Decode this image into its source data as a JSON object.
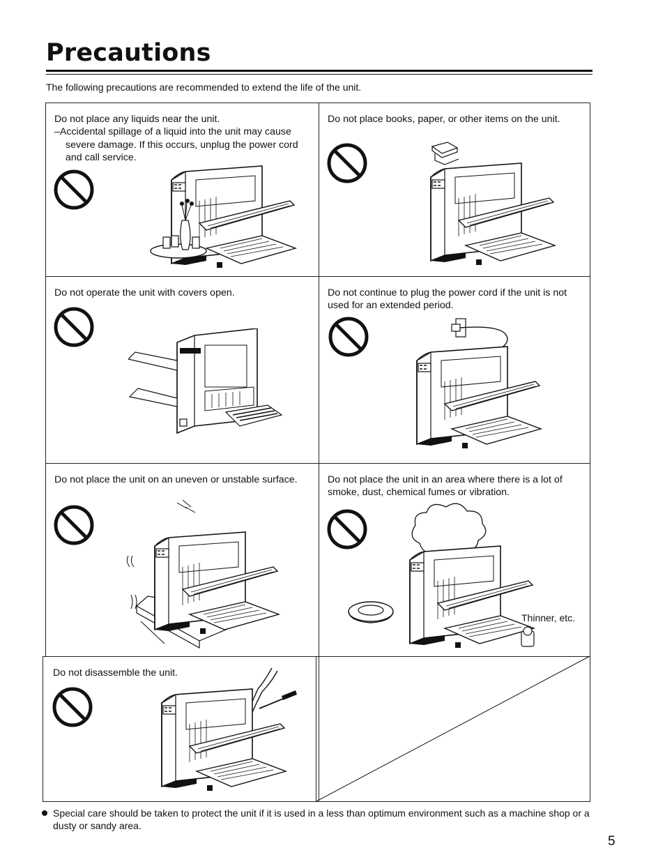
{
  "title": "Precautions",
  "intro": "The following precautions are recommended to extend the life of the unit.",
  "cells": [
    {
      "text": "Do not place any liquids near the unit.",
      "sub": "–Accidental spillage of a liquid into the unit may cause severe damage. If this occurs, unplug the power cord and call service."
    },
    {
      "text": "Do not place books, paper, or other items on the unit."
    },
    {
      "text": "Do not operate the unit with covers open."
    },
    {
      "text": "Do not continue to plug the power cord if the unit is not used for an extended period."
    },
    {
      "text": "Do not place the unit on an uneven or unstable surface."
    },
    {
      "text": "Do not place the unit in an area where there is a lot of smoke, dust, chemical fumes or vibration.",
      "extra": "Thinner, etc."
    },
    {
      "text": "Do not disassemble the unit."
    }
  ],
  "footnote": "Special care should be taken to protect the unit if it is used in a less than optimum environment such as a machine shop or a dusty or sandy area.",
  "page_number": "5",
  "icons": {
    "prohibition": "prohibition-icon",
    "printer": "printer-illustration"
  }
}
